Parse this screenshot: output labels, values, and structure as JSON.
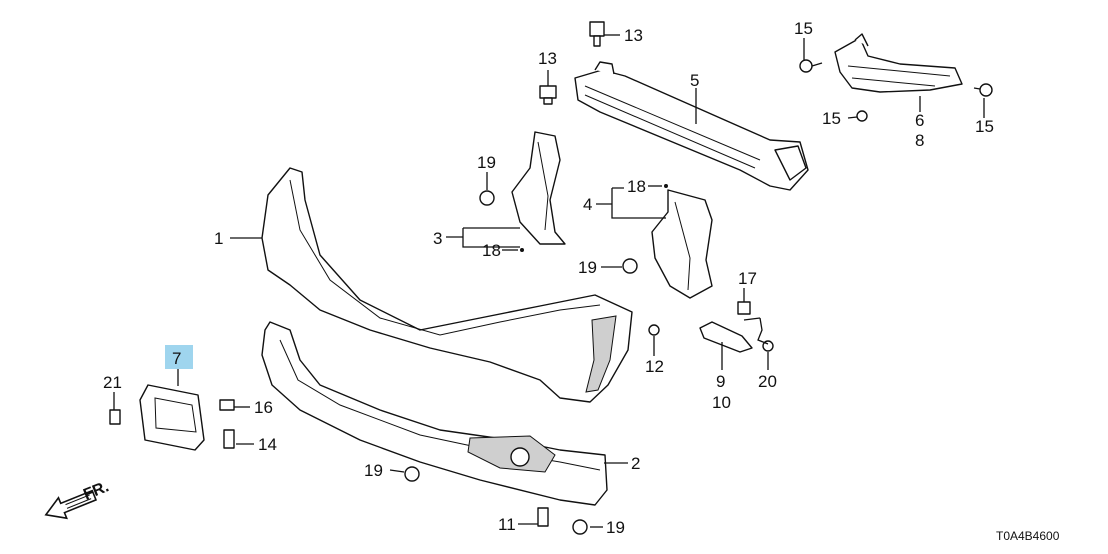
{
  "diagram": {
    "labels": {
      "p1": "1",
      "p2": "2",
      "p3": "3",
      "p4": "4",
      "p5": "5",
      "p6": "6",
      "p7": "7",
      "p8": "8",
      "p9": "9",
      "p10": "10",
      "p11": "11",
      "p12": "12",
      "p13a": "13",
      "p13b": "13",
      "p14": "14",
      "p15a": "15",
      "p15b": "15",
      "p15c": "15",
      "p16": "16",
      "p17": "17",
      "p18a": "18",
      "p18b": "18",
      "p19a": "19",
      "p19b": "19",
      "p19c": "19",
      "p19d": "19",
      "p20": "20",
      "p21": "21"
    },
    "direction_label": "FR.",
    "diagram_code": "T0A4B4600",
    "highlight_color": "#9fd5ee"
  }
}
